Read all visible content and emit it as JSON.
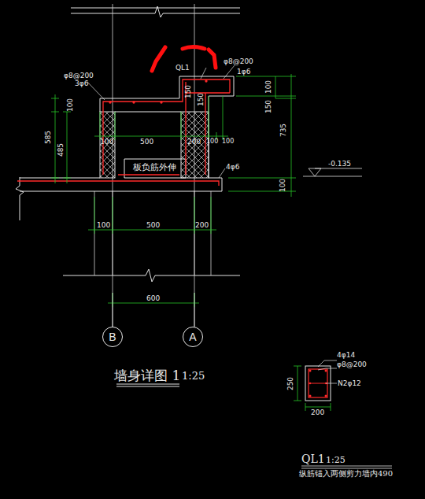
{
  "diagram": {
    "title": "墙身详图 1",
    "nodes": [
      {
        "text": [
          "B"
        ]
      },
      {
        "text": [
          "A"
        ]
      }
    ],
    "labels": [
      "QL1",
      "φ8@200",
      "3φ6",
      "φ8@200",
      "1φ6",
      "150",
      "150",
      "100",
      "150",
      "735",
      "100",
      "100",
      "585",
      "485",
      "100",
      "500",
      "200",
      "100",
      "100",
      "板负筋外伸",
      "4φ6",
      "-0.135",
      "100",
      "500",
      "200",
      "600",
      "1:25",
      "4φ14",
      "φ8@200",
      "N2φ12",
      "250",
      "200",
      "QL1",
      "1:25",
      "纵筋锚入两侧剪力墙内490"
    ]
  }
}
